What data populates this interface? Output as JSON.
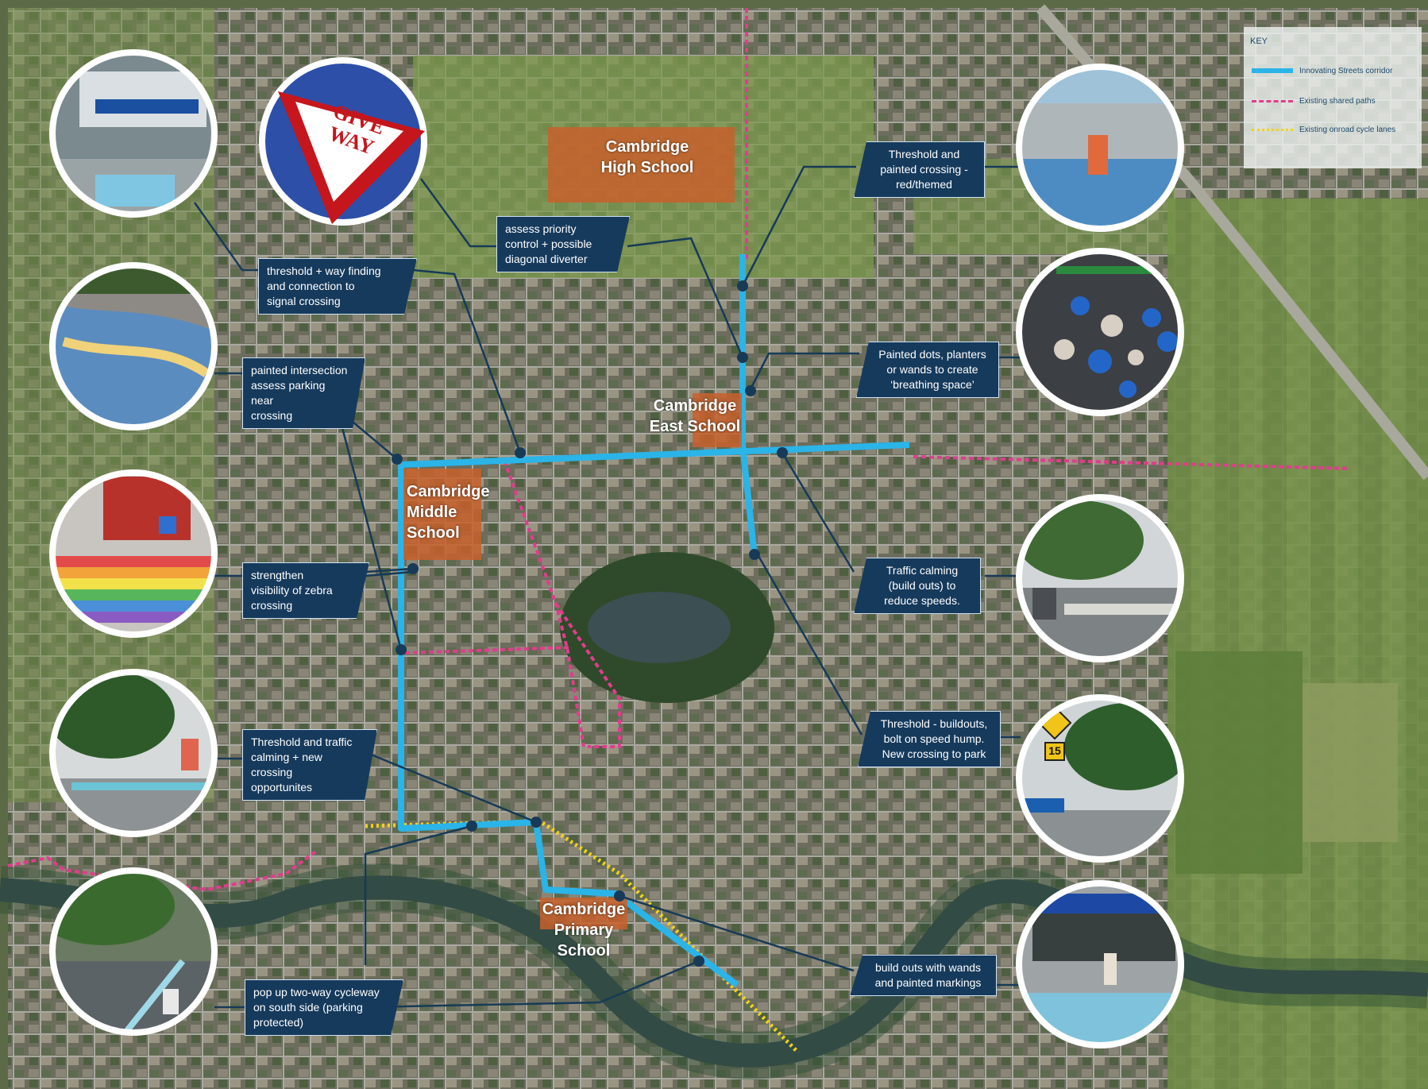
{
  "key": {
    "title": "KEY",
    "items": [
      {
        "label": "Innovating Streets corridor",
        "color": "#2ab4e8",
        "style": "solid"
      },
      {
        "label": "Existing shared paths",
        "color": "#e23c8c",
        "style": "dashed"
      },
      {
        "label": "Existing onroad cycle lanes",
        "color": "#f2d21a",
        "style": "dotted"
      }
    ]
  },
  "schools": {
    "high": [
      "Cambridge",
      "High School"
    ],
    "east": [
      "Cambridge",
      "East School"
    ],
    "middle": [
      "Cambridge",
      "Middle",
      "School"
    ],
    "primary": [
      "Cambridge",
      "Primary",
      "School"
    ]
  },
  "callouts": {
    "assess_priority": [
      "assess priority",
      "control + possible",
      "diagonal diverter"
    ],
    "threshold_wayfinding": [
      "threshold + way finding",
      "and connection to",
      "signal crossing"
    ],
    "painted_intersection": [
      "painted intersection",
      "assess parking near",
      "crossing"
    ],
    "zebra": [
      "strengthen",
      "visibility of zebra",
      "crossing"
    ],
    "threshold_traffic": [
      "Threshold and traffic",
      "calming + new crossing",
      "opportunites"
    ],
    "popup_cycleway": [
      "pop up two-way cycleway",
      "on south side (parking",
      "protected)"
    ],
    "threshold_painted": [
      "Threshold and",
      "painted crossing -",
      "red/themed"
    ],
    "painted_dots": [
      "Painted dots, planters",
      "or wands to create",
      "‘breathing space’"
    ],
    "traffic_calming": [
      "Traffic calming",
      "(build outs) to",
      "reduce speeds."
    ],
    "threshold_buildouts": [
      "Threshold - buildouts,",
      "bolt on speed hump.",
      "New crossing to park"
    ],
    "build_outs": [
      "build outs with wands",
      "and painted markings"
    ]
  },
  "photos": {
    "left": [
      "storefront-crosswalk",
      "painted-street-mural",
      "rainbow-crossing",
      "cyclist-threshold",
      "tree-lined-cycleway"
    ],
    "right": [
      "themed-crossing",
      "painted-dots-intersection",
      "buildout-planters",
      "speed-15-sign",
      "storefront-wands"
    ]
  },
  "give_way_sign": [
    "GIVE",
    "WAY"
  ],
  "speed_sign": "15",
  "colors": {
    "corridor": "#2ab4e8",
    "shared_path": "#e23c8c",
    "cycle_lane": "#f2d21a",
    "callout_bg": "#163a5c",
    "school_block": "#c8602c",
    "leader": "#173a57"
  }
}
